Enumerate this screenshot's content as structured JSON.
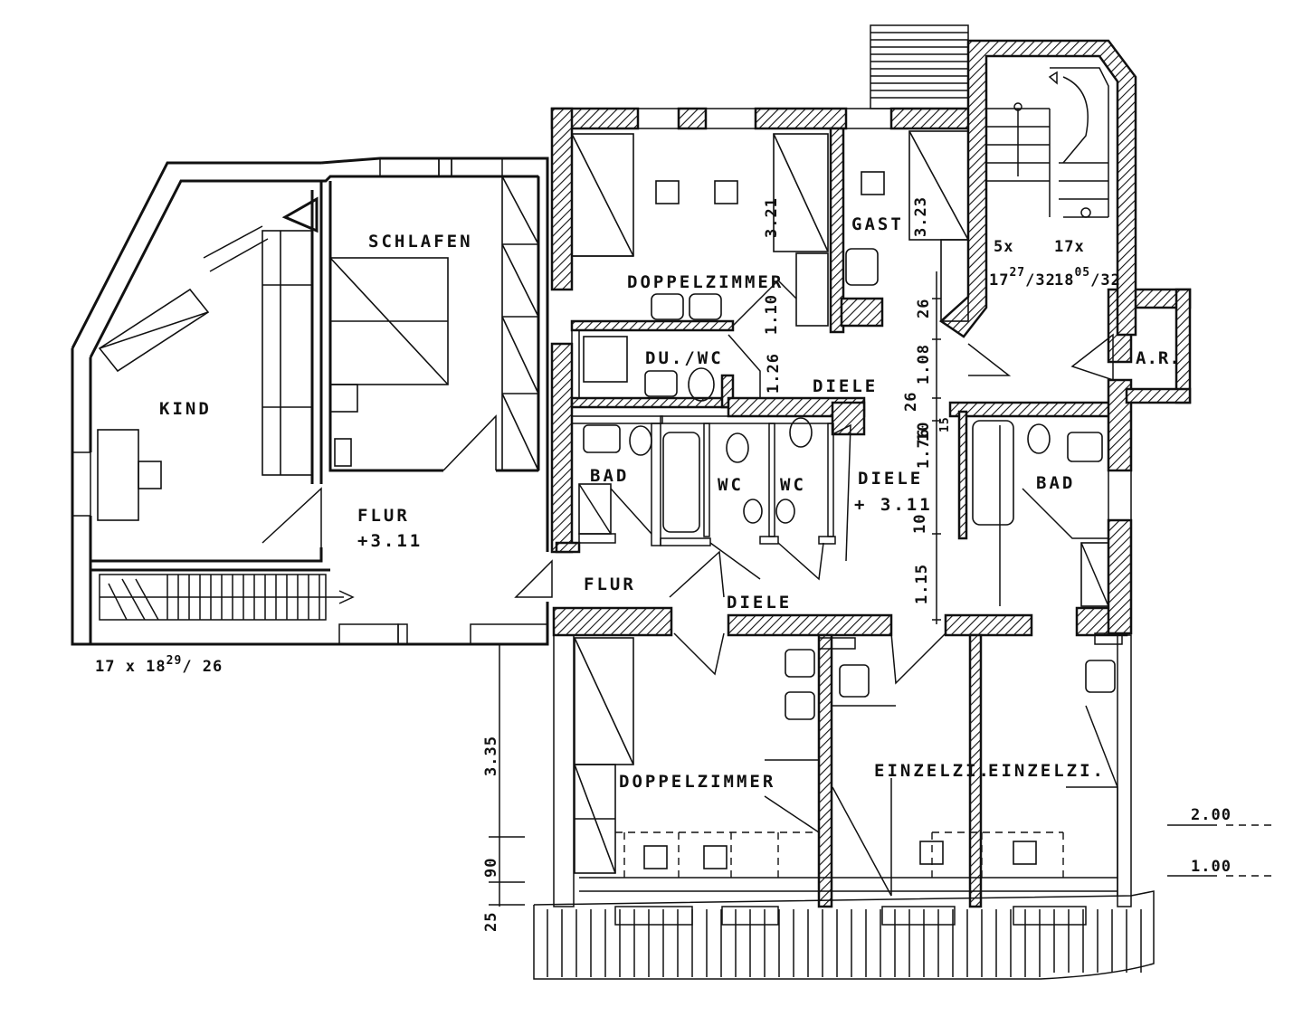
{
  "rooms": {
    "kind": "KIND",
    "schlafen": "SCHLAFEN",
    "flur_left": "FLUR",
    "flur_left_level": "+3.11",
    "doppelzimmer_top": "DOPPELZIMMER",
    "gast": "GAST",
    "du_wc": "DU./WC",
    "diele_top": "DIELE",
    "bad_left": "BAD",
    "wc1": "WC",
    "wc2": "WC",
    "diele_mid": "DIELE",
    "diele_mid_level": "+ 3.11",
    "bad_right": "BAD",
    "flur_mid": "FLUR",
    "diele_bottom": "DIELE",
    "doppelzimmer_bottom": "DOPPELZIMMER",
    "einzelzi_1": "EINZELZI.",
    "einzelzi_2": "EINZELZI.",
    "ar": "A.R."
  },
  "dimensions": {
    "stair_left_count": "17 x 18",
    "stair_left_sup": "29",
    "stair_left_rest": "/ 26",
    "stair_right_a_count": "5x",
    "stair_right_a_val": "17",
    "stair_right_a_sup": "27",
    "stair_right_a_rest": "/32",
    "stair_right_b_count": "17x",
    "stair_right_b_val": "18",
    "stair_right_b_sup": "05",
    "stair_right_b_rest": "/32",
    "d_321": "3.21",
    "d_323": "3.23",
    "d_110": "1.10",
    "d_126": "1.26",
    "d_26a": "26",
    "d_108": "1.08",
    "d_26b": "26",
    "d_10a": "10",
    "d_176": "1.76",
    "d_15": "15",
    "d_10b": "10",
    "d_115": "1.15",
    "d_335": "3.35",
    "d_90": "90",
    "d_25": "25",
    "h_200": "2.00",
    "h_100": "1.00"
  }
}
